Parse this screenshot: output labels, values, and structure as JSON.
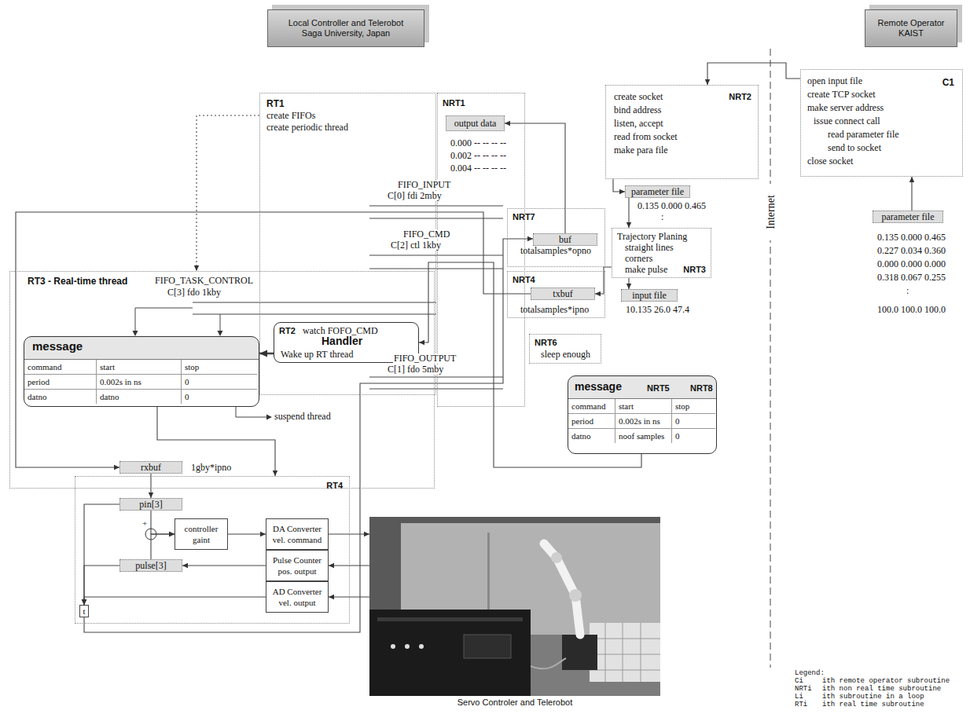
{
  "diagram": {
    "nodes": [
      {
        "text": [
          "Local Controller and Telerobot Saga University, Japan"
        ]
      },
      {
        "text": [
          "Remote Operator KAIST"
        ]
      },
      {
        "text": [
          "RT1",
          "create FIFOs",
          "create periodic thread"
        ]
      },
      {
        "text": [
          "RT2",
          "watch FOFO_CMD",
          "Handler",
          "Wake up RT thread"
        ],
        "in": 2
      },
      {
        "text": [
          "NRT1"
        ]
      },
      {
        "text": [
          "output data"
        ],
        "in": 4
      },
      {
        "text": [
          "NRT2",
          "create socket",
          "bind address",
          "listen, accept",
          "read from socket",
          "make para file"
        ]
      },
      {
        "text": [
          "C1",
          "open input file",
          "create TCP socket",
          "make server address",
          "issue connect call",
          "read parameter file",
          "send to socket",
          "close socket"
        ]
      },
      {
        "text": [
          "parameter file"
        ]
      },
      {
        "text": [
          "parameter file"
        ]
      },
      {
        "text": [
          "NRT7",
          "totalsamples*opno"
        ]
      },
      {
        "text": [
          "buf"
        ],
        "in": 10
      },
      {
        "text": [
          "Trajectory Planing",
          "straight lines",
          "corners",
          "make pulse",
          "NRT3"
        ]
      },
      {
        "text": [
          "NRT4",
          "totalsamples*ipno"
        ]
      },
      {
        "text": [
          "txbuf"
        ],
        "in": 13
      },
      {
        "text": [
          "input file"
        ]
      },
      {
        "text": [
          "NRT6",
          "sleep enough"
        ]
      },
      {
        "text": [
          "RT3 - Real-time thread"
        ]
      },
      {
        "text": [
          "message"
        ],
        "in": 17
      },
      {
        "text": [
          "message",
          "NRT5",
          "NRT8"
        ]
      },
      {
        "text": [
          "rxbuf"
        ],
        "in": 17
      },
      {
        "text": [
          "RT4"
        ]
      },
      {
        "text": [
          "pin[3]"
        ],
        "in": 21
      },
      {
        "text": [
          "controller gaint"
        ],
        "in": 21
      },
      {
        "text": [
          "DA Converter vel. command"
        ],
        "in": 21
      },
      {
        "text": [
          "Pulse Counter pos. output"
        ],
        "in": 21
      },
      {
        "text": [
          "AD Converter vel. output"
        ],
        "in": 21
      },
      {
        "text": [
          "pulse[3]"
        ],
        "in": 21
      },
      {
        "text": [
          "t"
        ],
        "in": 21
      },
      {
        "text": [
          "Servo Controler and Telerobot"
        ]
      }
    ],
    "edges": [
      {
        "from": 7,
        "to": 6,
        "arrow": "to"
      },
      {
        "from": 9,
        "to": 7,
        "arrow": "to"
      },
      {
        "from": 6,
        "to": 8,
        "arrow": "to"
      },
      {
        "from": 8,
        "to": 12,
        "arrow": "to"
      },
      {
        "from": 12,
        "to": 15,
        "arrow": "to"
      },
      {
        "from": 12,
        "to": 14,
        "arrow": "to"
      },
      {
        "from": 11,
        "to": 5,
        "arrow": "to"
      },
      {
        "from": 14,
        "to": 20,
        "arrow": "to"
      },
      {
        "from": 19,
        "to": 3,
        "arrow": "to"
      },
      {
        "from": 3,
        "to": 18,
        "arrow": "to"
      },
      {
        "from": 18,
        "to": 21,
        "arrow": "to"
      },
      {
        "from": 2,
        "to": 17,
        "arrow": "to"
      },
      {
        "from": 20,
        "to": 22,
        "arrow": "to"
      },
      {
        "from": 22,
        "to": 23,
        "arrow": "to"
      },
      {
        "from": 27,
        "to": 23,
        "arrow": "to"
      },
      {
        "from": 23,
        "to": 24,
        "arrow": "to"
      },
      {
        "from": 24,
        "to": 29,
        "arrow": "to"
      },
      {
        "from": 29,
        "to": 25,
        "arrow": "to"
      },
      {
        "from": 29,
        "to": 26,
        "arrow": "to"
      },
      {
        "from": 25,
        "to": 27,
        "arrow": "to"
      },
      {
        "from": 22,
        "to": 28,
        "arrow": "to"
      },
      {
        "from": 27,
        "to": 28,
        "arrow": "to"
      },
      {
        "from": 26,
        "to": 28,
        "arrow": "to"
      },
      {
        "from": 28,
        "to": 11,
        "arrow": "to"
      }
    ],
    "labels": [
      "Internet",
      "0.000 -- -- -- --",
      "0.002 -- -- -- --",
      "0.004 -- -- -- --",
      "FIFO_INPUT",
      "C[0] fdi 2mby",
      "FIFO_CMD",
      "C[2] ctl 1kby",
      "FIFO_TASK_CONTROL",
      "C[3] fdo 1kby",
      "FIFO_OUTPUT",
      "C[1] fdo 5mby",
      "0.135 0.000 0.465",
      ":",
      "10.135 26.0 47.4",
      "0.135 0.000 0.465",
      "0.227 0.034 0.360",
      "0.000 0.000 0.000",
      "0.318 0.067 0.255",
      ":",
      "100.0 100.0 100.0",
      "suspend thread",
      "1gby*ipno",
      "+",
      "command",
      "start",
      "stop",
      "period",
      "0.002s in ns",
      "0",
      "datno",
      "datno",
      "0",
      "command",
      "start",
      "stop",
      "period",
      "0.002s in ns",
      "0",
      "datno",
      "noof samples",
      "0",
      "Legend:",
      "Ci",
      "ith remote operator subroutine",
      "NRTi",
      "ith non real time subroutine",
      "Li",
      "ith subroutine in a loop",
      "RTi",
      "ith real time subroutine"
    ]
  }
}
